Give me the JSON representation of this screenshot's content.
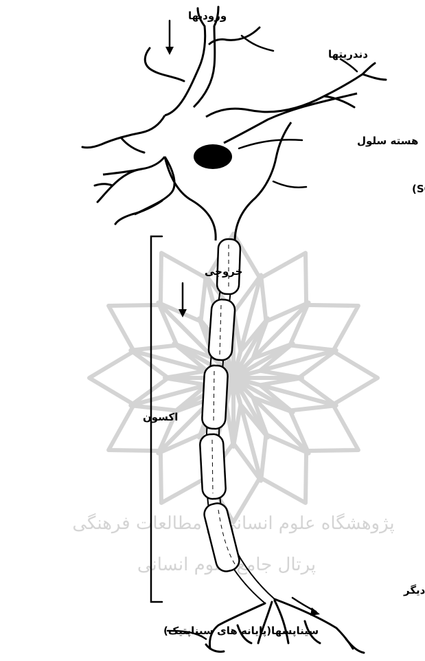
{
  "labels": {
    "inputs": "ورودیها",
    "dendrites": "دندریتها",
    "nucleus": "هسته سلول",
    "soma": "بدنه سلول (SOMA)",
    "output": "خروجی",
    "axon": "اکسون",
    "to_other_neurons": "به نرونهای دیگر",
    "synapses": "سیناپسها(پایانه های سیناپتیک)"
  },
  "watermark": {
    "line1": "پژوهشگاه علوم انسانی و مطالعات فرهنگی",
    "line2": "پرتال جامع علوم انسانی"
  },
  "colors": {
    "ink": "#000000",
    "watermark": "#d4d4d4"
  }
}
